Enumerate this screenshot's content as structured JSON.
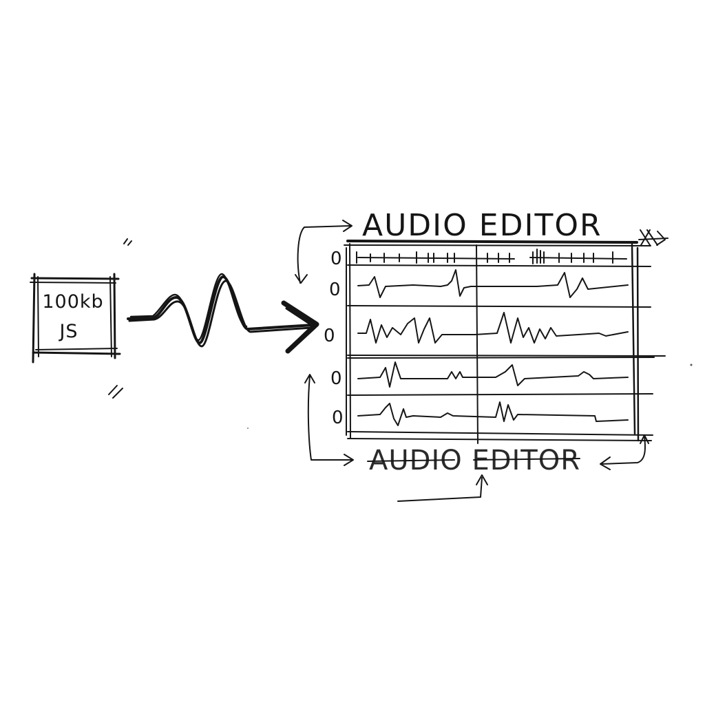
{
  "source": {
    "line1": "100kb",
    "line2": "JS"
  },
  "editor": {
    "title": "AUDIO EDITOR",
    "footer_title": "AUDIO EDITOR",
    "track_labels": [
      "0",
      "0",
      "0",
      "0",
      "0"
    ]
  }
}
